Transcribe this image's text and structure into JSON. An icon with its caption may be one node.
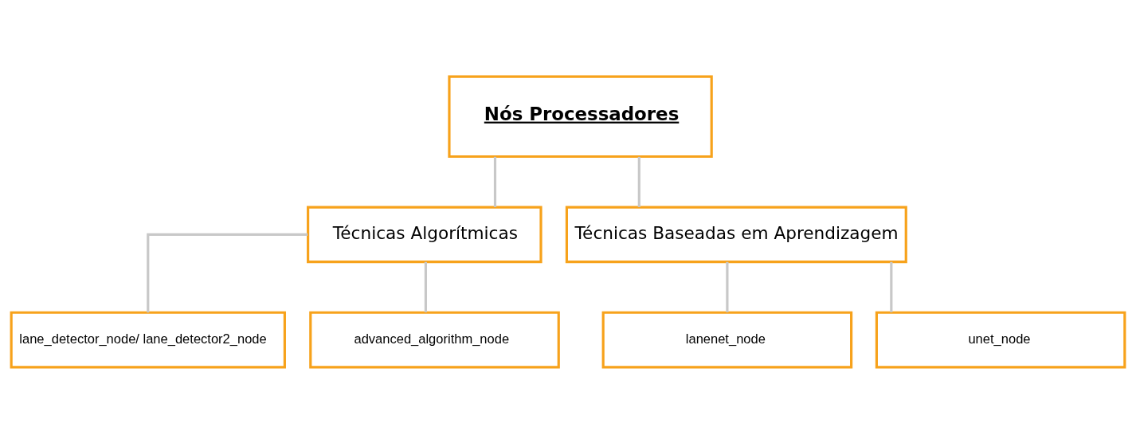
{
  "diagram": {
    "nodes": [
      {
        "text": [
          "Nós Processadores"
        ]
      },
      {
        "text": [
          "Técnicas Algorítmicas"
        ]
      },
      {
        "text": [
          "Técnicas Baseadas em Aprendizagem"
        ]
      },
      {
        "text": [
          "lane_detector_node/ lane_detector2_node"
        ]
      },
      {
        "text": [
          "advanced_algorithm_node"
        ]
      },
      {
        "text": [
          "lanenet_node"
        ]
      },
      {
        "text": [
          "unet_node"
        ]
      }
    ],
    "edges": [
      {
        "from": 0,
        "to": 1,
        "arrow": "none"
      },
      {
        "from": 0,
        "to": 2,
        "arrow": "none"
      },
      {
        "from": 1,
        "to": 3,
        "arrow": "none"
      },
      {
        "from": 1,
        "to": 4,
        "arrow": "none"
      },
      {
        "from": 2,
        "to": 5,
        "arrow": "none"
      },
      {
        "from": 2,
        "to": 6,
        "arrow": "none"
      }
    ]
  }
}
